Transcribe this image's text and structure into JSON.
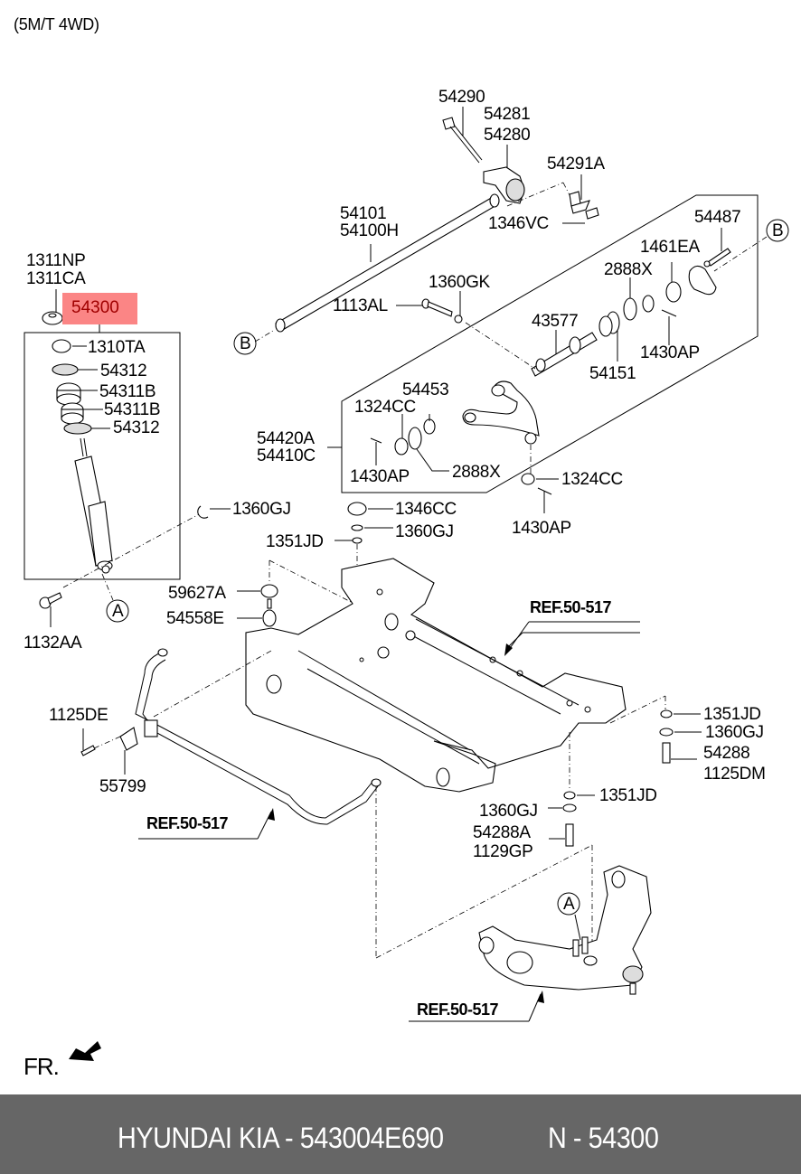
{
  "diagram": {
    "caption": "(5M/T 4WD)",
    "front_marker": "FR.",
    "highlighted_part": "54300",
    "highlight_color": "#fb8585",
    "callouts": {
      "A": "A",
      "B": "B"
    },
    "labels": {
      "l_1311np": "1311NP",
      "l_1311ca": "1311CA",
      "l_1310ta": "1310TA",
      "l_54312a": "54312",
      "l_54311b_1": "54311B",
      "l_54311b_2": "54311B",
      "l_54312b": "54312",
      "l_1360gj_a": "1360GJ",
      "l_1132aa": "1132AA",
      "l_54290": "54290",
      "l_54281": "54281",
      "l_54280": "54280",
      "l_54291a": "54291A",
      "l_54101": "54101",
      "l_54100h": "54100H",
      "l_1346vc": "1346VC",
      "l_54487": "54487",
      "l_1461ea": "1461EA",
      "l_2888x_a": "2888X",
      "l_1360gk": "1360GK",
      "l_1113al": "1113AL",
      "l_43577": "43577",
      "l_1430ap_a": "1430AP",
      "l_54151": "54151",
      "l_54453": "54453",
      "l_1324cc_a": "1324CC",
      "l_54420a": "54420A",
      "l_54410c": "54410C",
      "l_1430ap_b": "1430AP",
      "l_2888x_b": "2888X",
      "l_1324cc_b": "1324CC",
      "l_1430ap_c": "1430AP",
      "l_1346cc": "1346CC",
      "l_1360gj_b": "1360GJ",
      "l_1351jd_a": "1351JD",
      "l_59627a": "59627A",
      "l_54558e": "54558E",
      "l_ref_1": "REF.50-517",
      "l_1125de": "1125DE",
      "l_55799": "55799",
      "l_ref_2": "REF.50-517",
      "l_1351jd_b": "1351JD",
      "l_1360gj_c": "1360GJ",
      "l_54288": "54288",
      "l_1125dm": "1125DM",
      "l_1351jd_c": "1351JD",
      "l_1360gj_d": "1360GJ",
      "l_54288a": "54288A",
      "l_1129gp": "1129GP",
      "l_ref_3": "REF.50-517"
    }
  },
  "footer": {
    "brand_part": "HYUNDAI KIA - 543004E690",
    "oem_number": "N - 54300"
  }
}
